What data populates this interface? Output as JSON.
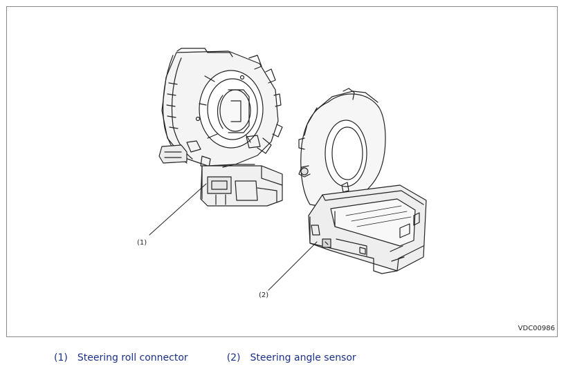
{
  "figure": {
    "id_code": "VDC00986",
    "callouts": [
      {
        "number": "(1)"
      },
      {
        "number": "(2)"
      }
    ]
  },
  "legend": {
    "items": [
      {
        "number": "(1)",
        "label": "Steering roll connector"
      },
      {
        "number": "(2)",
        "label": "Steering angle sensor"
      }
    ]
  },
  "colors": {
    "frame": "#8a8a8a",
    "line_art": "#222222",
    "legend_text": "#1a2f8a"
  }
}
